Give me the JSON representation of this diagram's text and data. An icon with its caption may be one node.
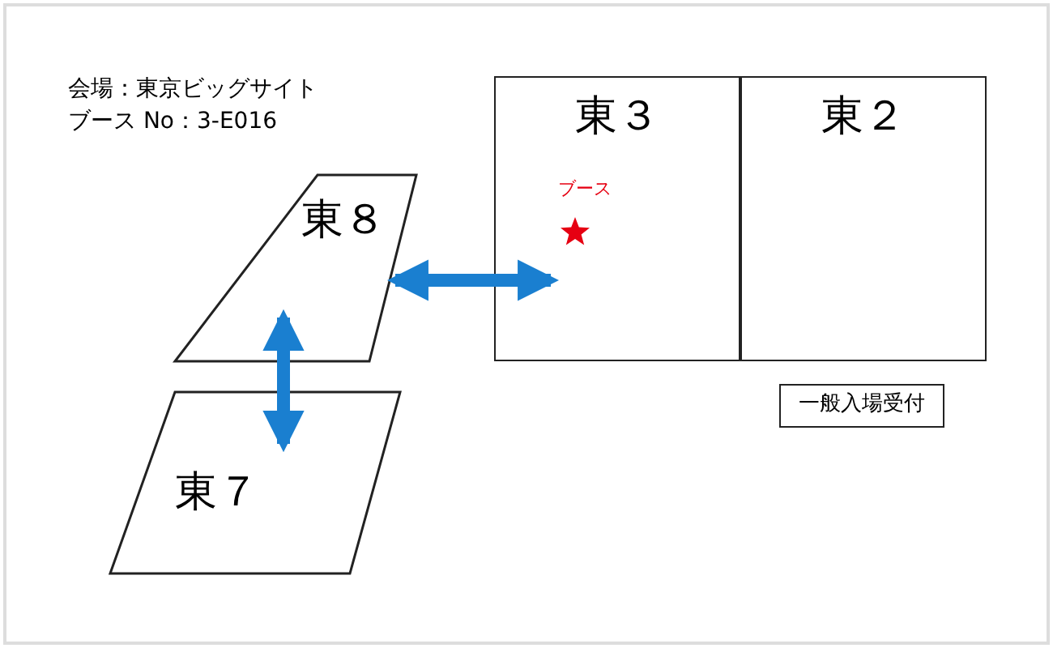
{
  "diagram": {
    "nodes": [
      {
        "text": [
          "東３"
        ]
      },
      {
        "text": [
          "ブース"
        ],
        "in": 0
      },
      {
        "text": [
          "東２"
        ]
      },
      {
        "text": [
          "一般入場受付"
        ]
      },
      {
        "text": [
          "東８"
        ]
      },
      {
        "text": [
          "東７"
        ]
      }
    ],
    "edges": [
      {
        "from": 4,
        "to": 1,
        "arrow": "both"
      },
      {
        "from": 4,
        "to": 5,
        "arrow": "both"
      }
    ],
    "labels": [
      "会場：東京ビッグサイト",
      "ブース No：3-E016"
    ]
  }
}
